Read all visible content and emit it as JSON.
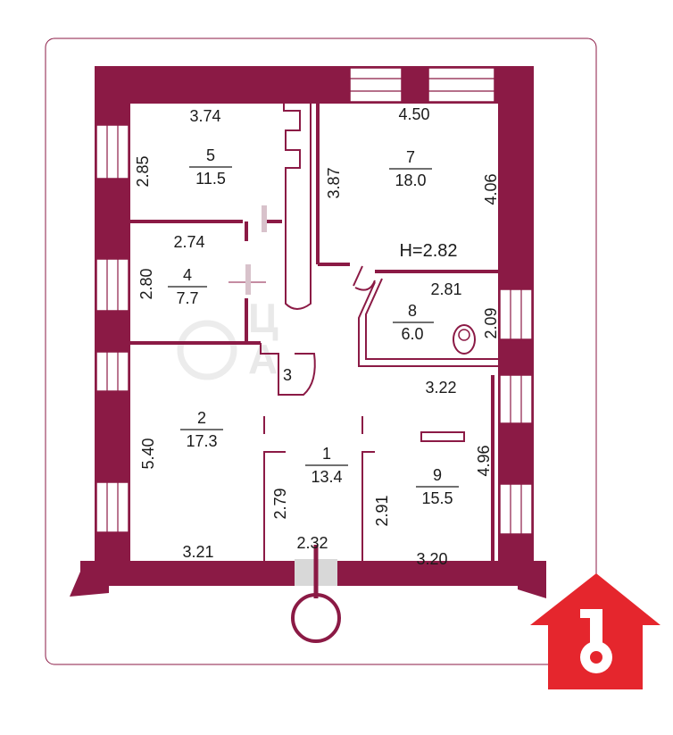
{
  "plan": {
    "ceiling_height": "H=2.82",
    "rooms": [
      {
        "number": "5",
        "area": "11.5"
      },
      {
        "number": "7",
        "area": "18.0"
      },
      {
        "number": "4",
        "area": "7.7"
      },
      {
        "number": "8",
        "area": "6.0"
      },
      {
        "number": "3",
        "area": ""
      },
      {
        "number": "2",
        "area": "17.3"
      },
      {
        "number": "1",
        "area": "13.4"
      },
      {
        "number": "9",
        "area": "15.5"
      }
    ],
    "dimensions": {
      "r5_width": "3.74",
      "r5_height": "2.85",
      "r5_right": "3.87",
      "r7_width": "4.50",
      "r7_height": "4.06",
      "r4_width": "2.74",
      "r4_height": "2.80",
      "r8_width": "2.81",
      "r8_height": "2.09",
      "r9_top": "3.22",
      "r9_bottom": "3.20",
      "r9_right": "4.96",
      "r9_left": "2.91",
      "r2_height": "5.40",
      "r2_bottom": "3.21",
      "r1_left": "2.79",
      "r1_bottom": "2.32"
    }
  },
  "colors": {
    "wall": "#8b1a45",
    "brand": "#e5262d"
  },
  "logo": {
    "icon": "house-key-icon"
  }
}
